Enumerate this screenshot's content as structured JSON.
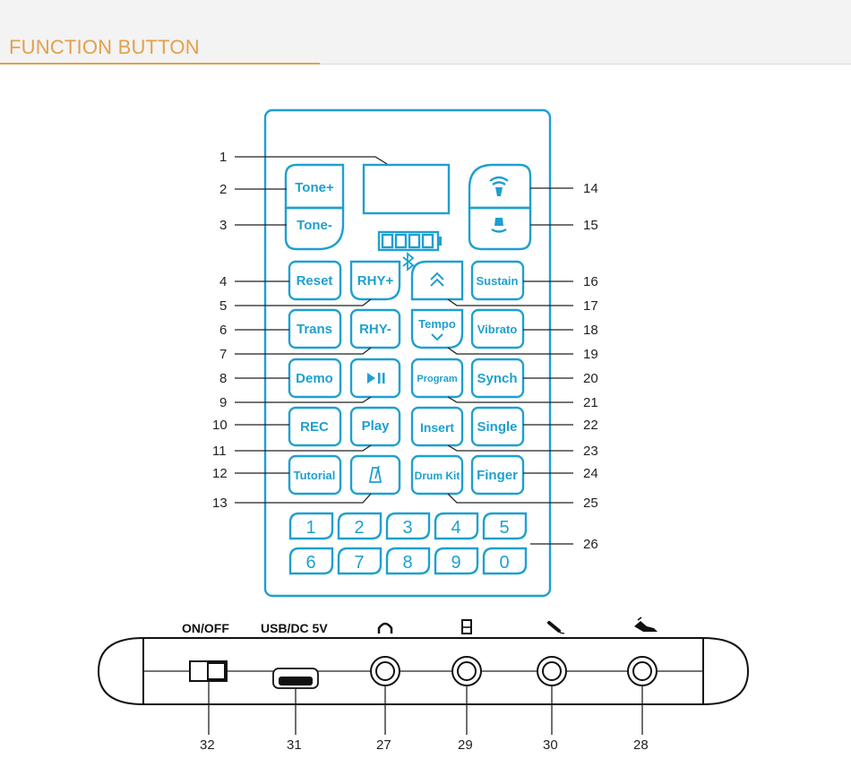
{
  "header": {
    "title": "FUNCTION BUTTON"
  },
  "buttons": {
    "tone_plus": "Tone+",
    "tone_minus": "Tone-",
    "reset": "Reset",
    "rhy_plus": "RHY+",
    "sustain": "Sustain",
    "trans": "Trans",
    "rhy_minus": "RHY-",
    "tempo": "Tempo",
    "vibrato": "Vibrato",
    "demo": "Demo",
    "program": "Program",
    "synch": "Synch",
    "rec": "REC",
    "play": "Play",
    "insert": "Insert",
    "single": "Single",
    "tutorial": "Tutorial",
    "drum_kit": "Drum Kit",
    "finger": "Finger"
  },
  "number_keys": [
    "1",
    "2",
    "3",
    "4",
    "5",
    "6",
    "7",
    "8",
    "9",
    "0"
  ],
  "callouts_left": [
    "1",
    "2",
    "3",
    "4",
    "5",
    "6",
    "7",
    "8",
    "9",
    "10",
    "11",
    "12",
    "13"
  ],
  "callouts_right": [
    "14",
    "15",
    "16",
    "17",
    "18",
    "19",
    "20",
    "21",
    "22",
    "23",
    "24",
    "25",
    "26"
  ],
  "ports": {
    "on_off": "ON/OFF",
    "usb_dc": "USB/DC 5V",
    "bottom_numbers": [
      "32",
      "31",
      "27",
      "29",
      "30",
      "28"
    ]
  },
  "colors": {
    "accent": "#1ea0cf",
    "header_text": "#e3a04a",
    "line": "#222222"
  },
  "icons": [
    "bluetooth-icon",
    "battery-icon",
    "octave-up-icon",
    "octave-down-icon",
    "chevron-up-icon",
    "chevron-down-icon",
    "play-pause-icon",
    "metronome-icon",
    "headphone-icon",
    "speaker-icon",
    "microphone-icon",
    "cable-icon"
  ]
}
